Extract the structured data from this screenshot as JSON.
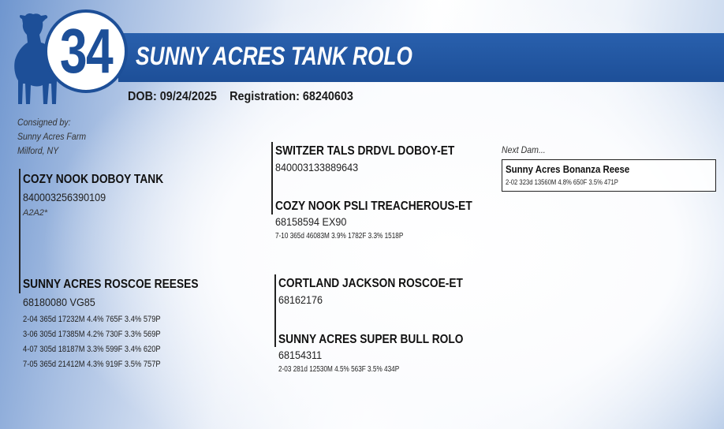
{
  "lot_number": "34",
  "title": "SUNNY ACRES TANK ROLO",
  "dob": "DOB: 09/24/2025",
  "registration": "Registration: 68240603",
  "consigned": {
    "label": "Consigned by:",
    "farm": "Sunny Acres Farm",
    "location": "Milford, NY"
  },
  "sire": {
    "name": "COZY NOOK DOBOY TANK",
    "reg": "840003256390109",
    "note": "A2A2*"
  },
  "sire_sire": {
    "name": "SWITZER TALS DRDVL DOBOY-ET",
    "reg": "840003133889643"
  },
  "sire_dam": {
    "name": "COZY NOOK PSLI TREACHEROUS-ET",
    "reg": "68158594  EX90",
    "record": "7-10 365d 46083M 3.9% 1782F 3.3% 1518P"
  },
  "dam": {
    "name": "SUNNY ACRES ROSCOE REESES",
    "reg": "68180080  VG85",
    "records": [
      "2-04 365d 17232M 4.4% 765F 3.4% 579P",
      "3-06 305d 17385M 4.2% 730F 3.3% 569P",
      "4-07 305d 18187M 3.3% 599F 3.4% 620P",
      "7-05 365d 21412M 4.3% 919F 3.5% 757P"
    ]
  },
  "dam_sire": {
    "name": "CORTLAND JACKSON ROSCOE-ET",
    "reg": "68162176"
  },
  "dam_dam": {
    "name": "SUNNY ACRES SUPER BULL ROLO",
    "reg": "68154311",
    "record": "2-03 281d 12530M 4.5% 563F 3.5% 434P"
  },
  "next_dam": {
    "label": "Next Dam...",
    "name": "Sunny Acres Bonanza Reese",
    "record": "2-02 323d 13560M 4.8% 650F 3.5% 471P"
  },
  "colors": {
    "brand_blue": "#1d4f98",
    "text": "#111111"
  },
  "icons": {
    "logo": "cow-silhouette-icon"
  }
}
